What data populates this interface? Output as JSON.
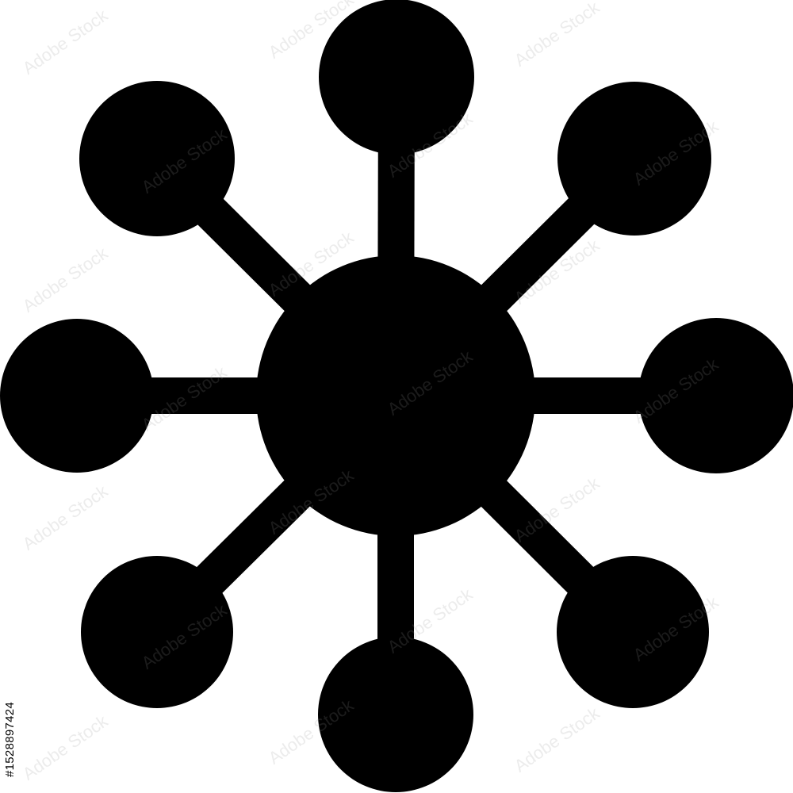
{
  "icon": {
    "name": "network-hub-icon",
    "fill_color": "#000000",
    "background_color": "#ffffff",
    "satellite_count": 8
  },
  "watermark": {
    "text": "Adobe Stock"
  },
  "stock_id": {
    "text": "#1528897424"
  }
}
